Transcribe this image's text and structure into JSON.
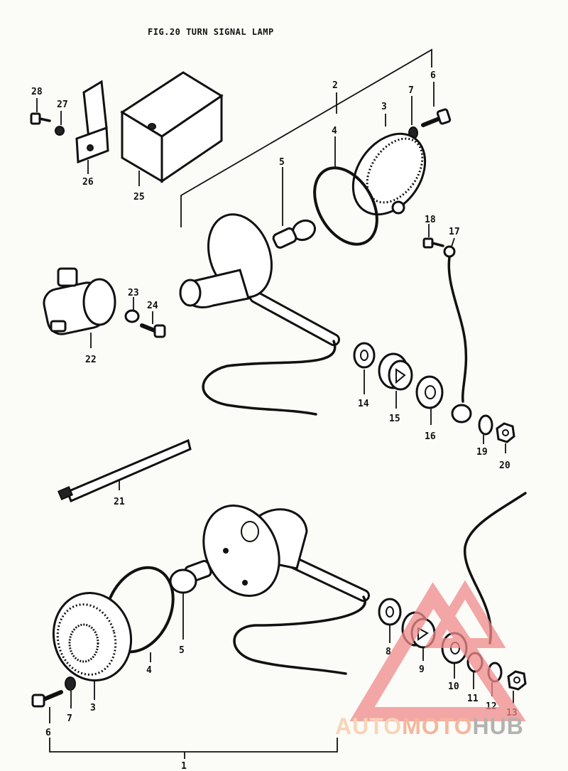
{
  "figure": {
    "title": "FIG.20   TURN SIGNAL LAMP"
  },
  "callouts": {
    "p1": "1",
    "p2": "2",
    "p3a": "3",
    "p3b": "3",
    "p4a": "4",
    "p4b": "4",
    "p5a": "5",
    "p5b": "5",
    "p6a": "6",
    "p6b": "6",
    "p7a": "7",
    "p7b": "7",
    "p8": "8",
    "p9": "9",
    "p10": "10",
    "p11": "11",
    "p12": "12",
    "p13": "13",
    "p14": "14",
    "p15": "15",
    "p16": "16",
    "p17": "17",
    "p18": "18",
    "p19": "19",
    "p20": "20",
    "p21": "21",
    "p22": "22",
    "p23": "23",
    "p24": "24",
    "p25": "25",
    "p26": "26",
    "p27": "27",
    "p28": "28"
  },
  "watermark": {
    "part1": "AUTO",
    "part2": "MOTO",
    "part3": "HUB",
    "colors": {
      "triangle": "#f08a8a",
      "auto": "#f7c9a0",
      "moto": "#f3a07a",
      "hub": "#9a9a9a"
    }
  }
}
